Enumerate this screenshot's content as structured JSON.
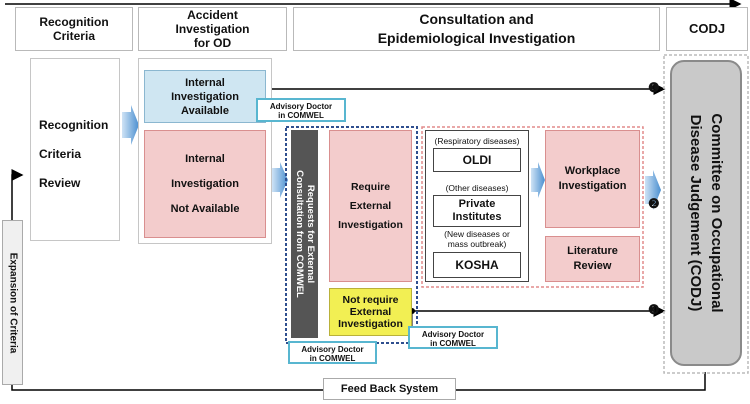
{
  "headers": {
    "recognition_criteria": "Recognition\nCriteria",
    "accident_investigation": "Accident\nInvestigation\nfor OD",
    "consultation": "Consultation and\nEpidemiological Investigation",
    "codj": "CODJ"
  },
  "recognition_review": {
    "line1": "Recognition",
    "line2": "Criteria",
    "line3": "Review"
  },
  "internal_available": "Internal\nInvestigation\nAvailable",
  "internal_not_available": "Internal\nInvestigation\nNot Available",
  "advisory_doctor_1": "Advisory Doctor\nin COMWEL",
  "advisory_doctor_2": "Advisory Doctor\nin COMWEL",
  "advisory_doctor_3": "Advisory Doctor\nin COMWEL",
  "requests_external": "Requests for External\nConsultation from COMWEL",
  "require_external": "Require\nExternal\nInvestigation",
  "not_require_external": "Not require\nExternal\nInvestigation",
  "institutes": {
    "respiratory_label": "(Respiratory diseases)",
    "oldi": "OLDI",
    "other_label": "(Other diseases)",
    "private": "Private\nInstitutes",
    "new_label": "(New diseases or\nmass outbreak)",
    "kosha": "KOSHA"
  },
  "workplace_investigation": "Workplace\nInvestigation",
  "literature_review": "Literature\nReview",
  "codj_box": "Committee on Occupational\nDisease Judgement (CODJ)",
  "markers": {
    "m1": "❶",
    "m2": "❷",
    "m3": "❸"
  },
  "feedback_system": "Feed Back System",
  "expansion_of_criteria": "Expansion of Criteria",
  "colors": {
    "pink": "#f3cccc",
    "light_blue": "#cfe6f2",
    "yellow": "#f2ef53",
    "dark_gray": "#555555",
    "codj_gray": "#c9c9c9",
    "callout_border": "#58b6d0",
    "dashed_blue": "#2f4f8f",
    "dashed_red": "#e28b8b"
  }
}
